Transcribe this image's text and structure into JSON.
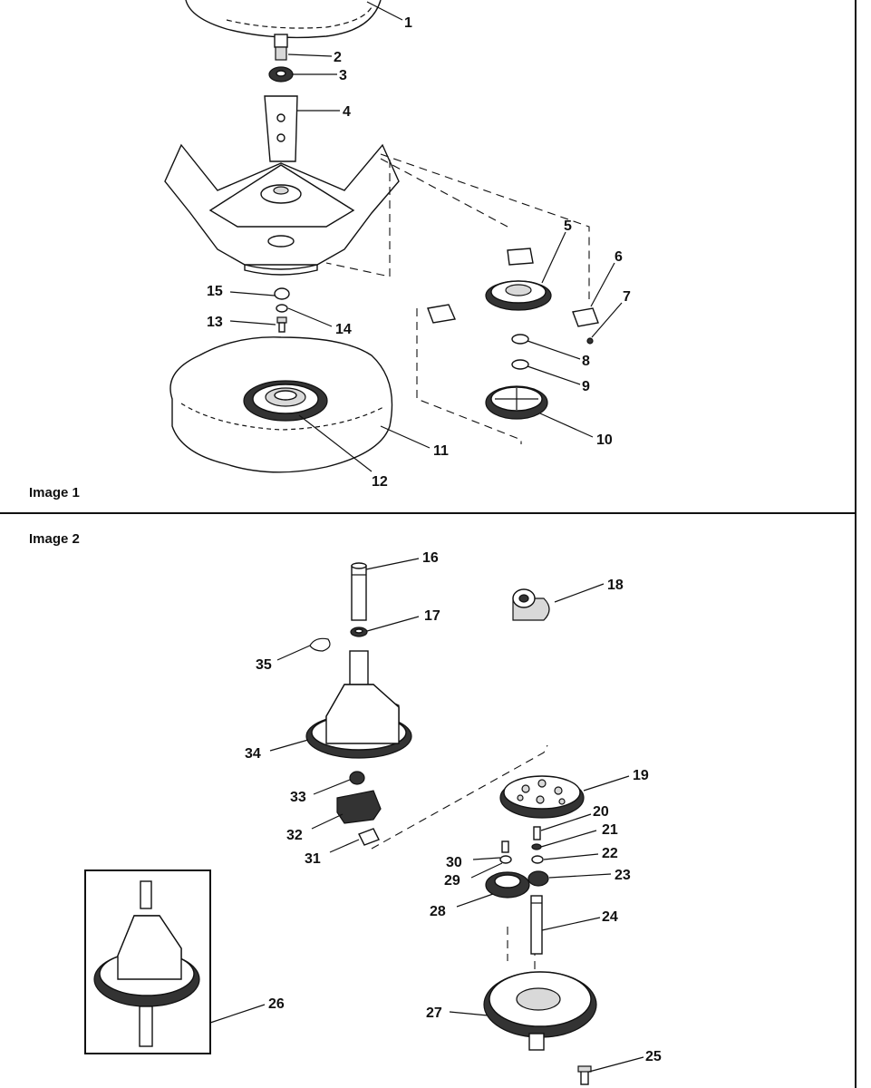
{
  "panels": [
    {
      "title": "Image 1"
    },
    {
      "title": "Image 2"
    }
  ],
  "callouts": [
    "1",
    "2",
    "3",
    "4",
    "5",
    "6",
    "7",
    "8",
    "9",
    "10",
    "11",
    "12",
    "13",
    "14",
    "15",
    "16",
    "17",
    "18",
    "19",
    "20",
    "21",
    "22",
    "23",
    "24",
    "25",
    "26",
    "27",
    "28",
    "29",
    "30",
    "31",
    "32",
    "33",
    "34",
    "35"
  ],
  "colors": {
    "line": "#111111",
    "fill": "#ffffff",
    "shade": "#d9d9d9",
    "dark": "#333333"
  }
}
